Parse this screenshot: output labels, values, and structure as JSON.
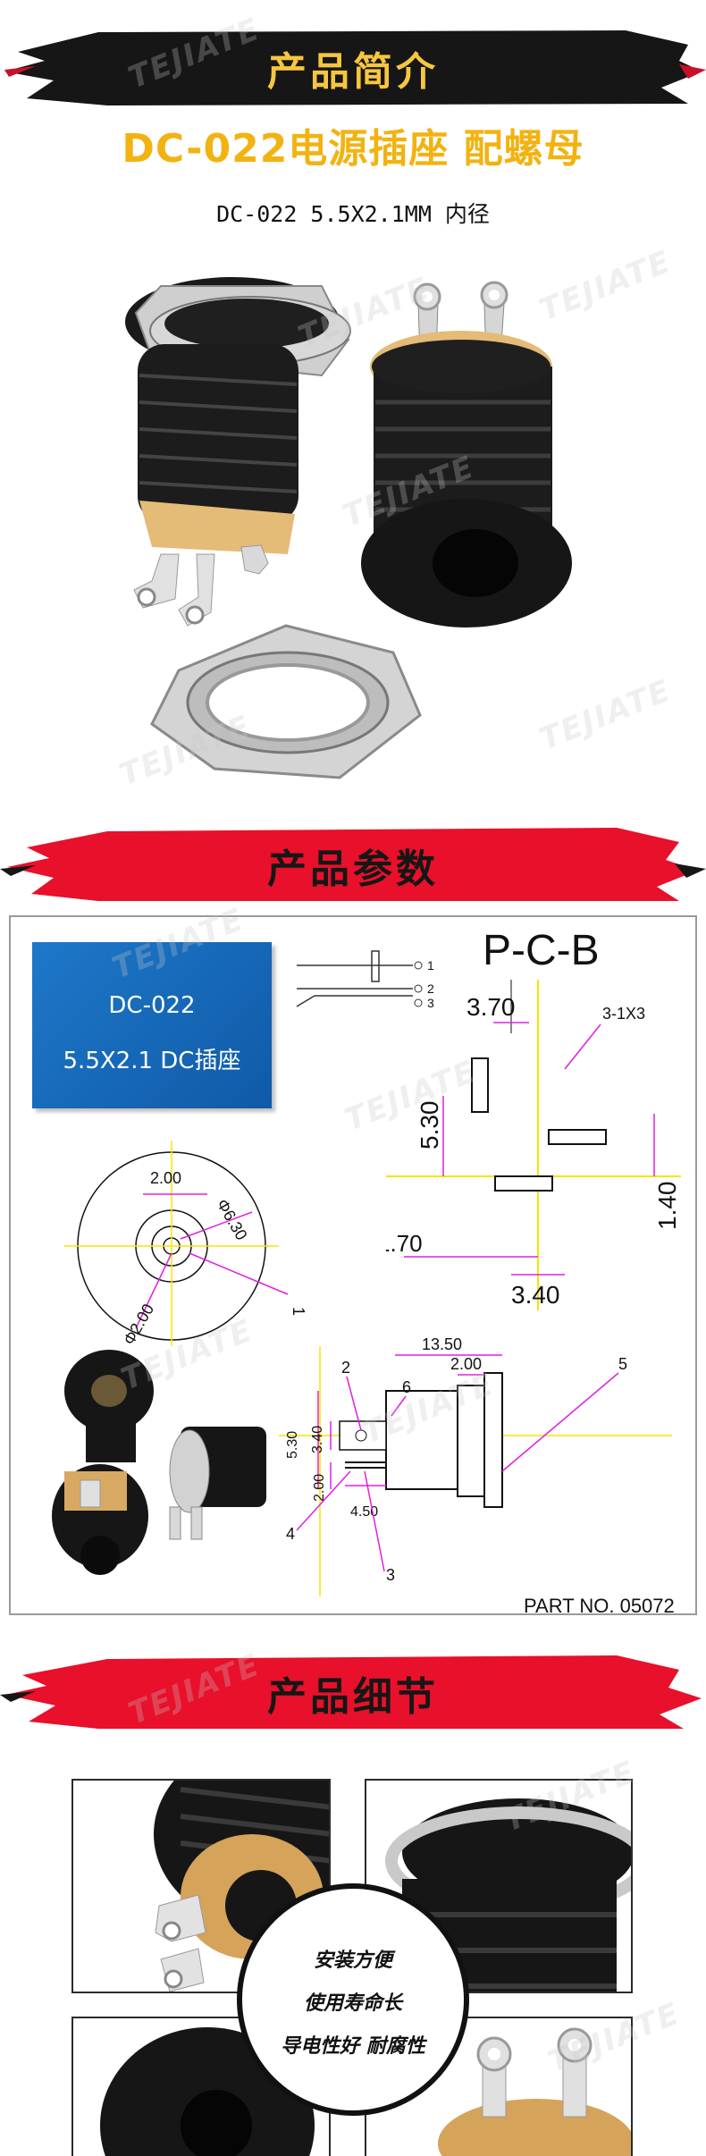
{
  "section_intro": {
    "banner_title": "产品简介",
    "product_title": "DC-022电源插座 配螺母",
    "product_subtitle": "DC-022 5.5X2.1MM 内径"
  },
  "section_params": {
    "banner_title": "产品参数",
    "model_box": {
      "line1": "DC-022",
      "line2": "5.5X2.1 DC插座"
    },
    "pcb_title": "P-C-B",
    "pcb_dims": {
      "hole_spec": "3-1X3",
      "d_370": "3.70",
      "d_530": "5.30",
      "d_140": "1.40",
      "d_170": "1.70",
      "d_340": "3.40"
    },
    "schematic_pins": [
      "1",
      "2",
      "3"
    ],
    "front_dims": {
      "d_200_top": "2.00",
      "d_630": "Φ6.30",
      "d_200_dia": "Φ2.00",
      "callout_1": "1"
    },
    "side_dims": {
      "d_1350": "13.50",
      "d_200": "2.00",
      "d_530": "5.30",
      "d_340": "3.40",
      "d_200_left": "2.00",
      "d_450": "4.50",
      "callouts": [
        "2",
        "6",
        "5",
        "4",
        "3"
      ]
    },
    "part_no": "PART NO. 05072"
  },
  "section_detail": {
    "banner_title": "产品细节",
    "features": [
      "安装方便",
      "使用寿命长",
      "导电性好  耐腐性"
    ]
  },
  "colors": {
    "banner_dark": "#161616",
    "banner_red": "#e8102a",
    "title_gold": "#f2b311",
    "banner_text_gold": "#f6c640",
    "blue_box": "#1565b8",
    "dim_magenta": "#e020e0",
    "dim_yellow": "#f5e600"
  },
  "watermark": {
    "brand": "TEJIATE"
  }
}
